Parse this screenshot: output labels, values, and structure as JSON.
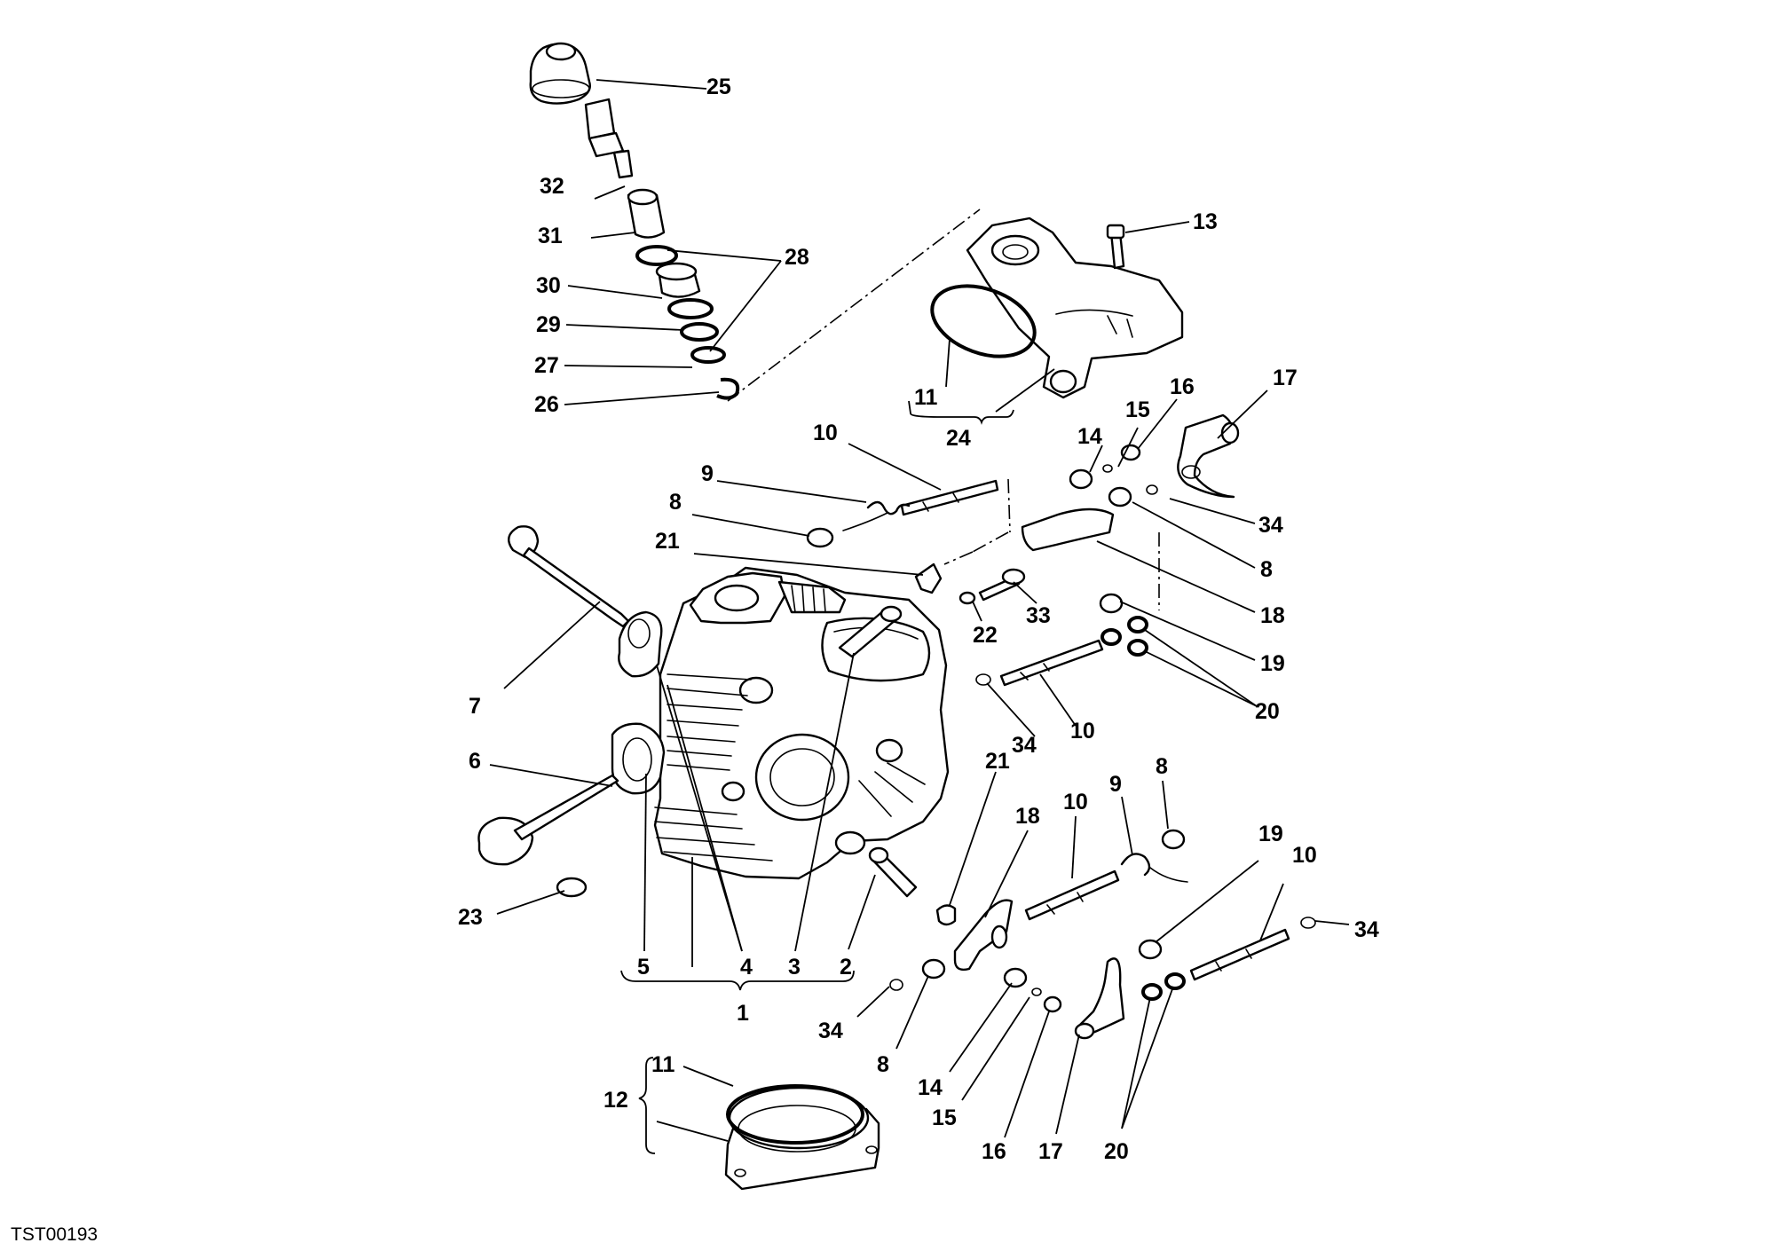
{
  "drawing_code": "TST00193",
  "callouts": {
    "c25": "25",
    "c32": "32",
    "c31": "31",
    "c28": "28",
    "c30": "30",
    "c29": "29",
    "c27": "27",
    "c26": "26",
    "c13": "13",
    "c11a": "11",
    "c24": "24",
    "c10a": "10",
    "c9a": "9",
    "c8a": "8",
    "c21a": "21",
    "c15a": "15",
    "c16a": "16",
    "c14a": "14",
    "c17a": "17",
    "c34a": "34",
    "c8b": "8",
    "c18a": "18",
    "c22": "22",
    "c33": "33",
    "c19a": "19",
    "c20a": "20",
    "c10b": "10",
    "c34b": "34",
    "c7": "7",
    "c6": "6",
    "c23": "23",
    "c5": "5",
    "c4": "4",
    "c3": "3",
    "c2": "2",
    "c1": "1",
    "c21b": "21",
    "c18b": "18",
    "c10c": "10",
    "c9b": "9",
    "c8c": "8",
    "c19b": "19",
    "c10d": "10",
    "c34c": "34",
    "c34d": "34",
    "c8d": "8",
    "c14b": "14",
    "c15b": "15",
    "c16b": "16",
    "c17b": "17",
    "c20b": "20",
    "c11b": "11",
    "c12": "12"
  }
}
